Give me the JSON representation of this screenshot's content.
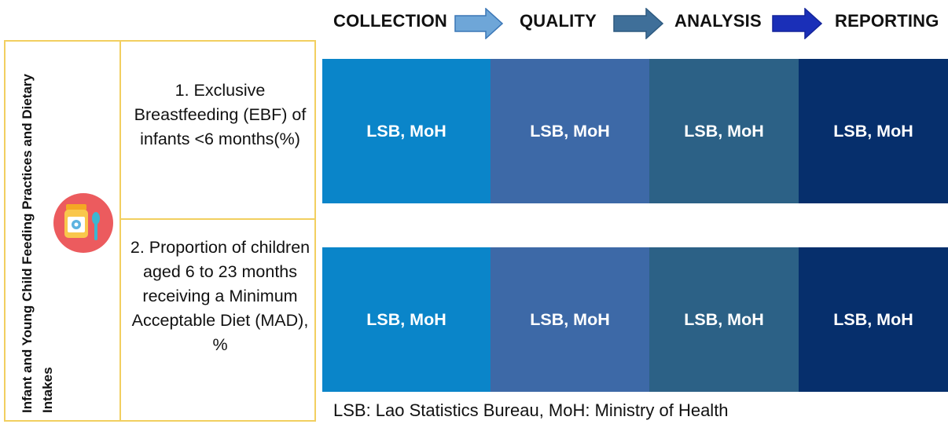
{
  "process": {
    "stages": [
      "COLLECTION",
      "QUALITY",
      "ANALYSIS",
      "REPORTING"
    ],
    "arrow_colors": [
      "#6ea6d8",
      "#3f6f99",
      "#1a2fb8"
    ]
  },
  "topic": {
    "label": "Infant and Young Child Feeding Practices and Dietary Intakes",
    "icon": "baby-food-jar-and-spoon-icon"
  },
  "indicators": [
    {
      "label": "1. Exclusive Breastfeeding (EBF) of infants <6 months(%)",
      "cells": [
        "LSB, MoH",
        "LSB, MoH",
        "LSB, MoH",
        "LSB, MoH"
      ]
    },
    {
      "label": "2. Proportion of children aged 6 to 23 months receiving a Minimum Acceptable Diet (MAD), %",
      "cells": [
        "LSB, MoH",
        "LSB, MoH",
        "LSB, MoH",
        "LSB, MoH"
      ]
    }
  ],
  "stage_colors": [
    "#0a85c9",
    "#3d69a7",
    "#2c6186",
    "#062f6c"
  ],
  "legend": "LSB: Lao Statistics Bureau, MoH: Ministry of Health"
}
